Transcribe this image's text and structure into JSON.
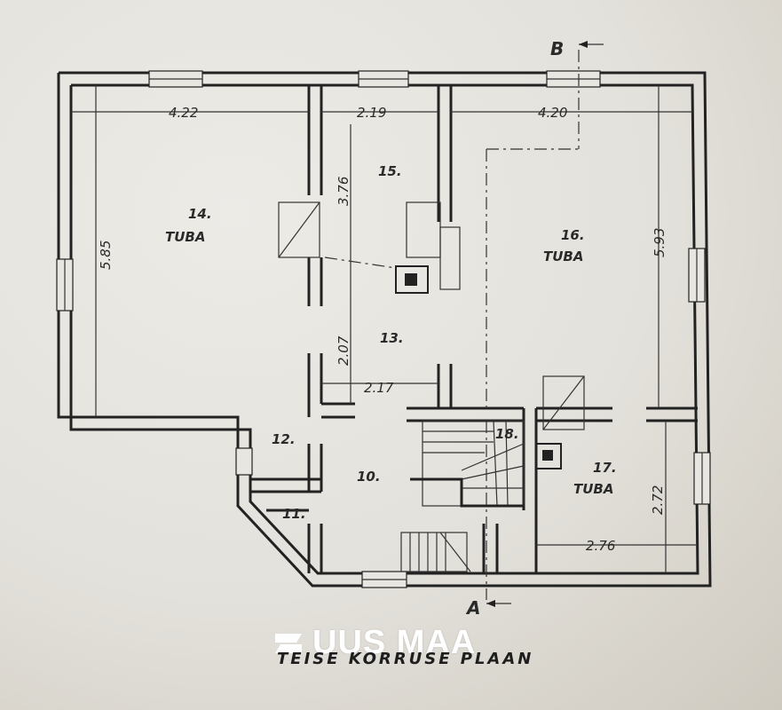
{
  "section_markers": {
    "top": "B",
    "bottom": "A"
  },
  "rooms": [
    {
      "id": "room-14",
      "number": "14.",
      "name": "TUBA"
    },
    {
      "id": "room-15",
      "number": "15.",
      "name": ""
    },
    {
      "id": "room-16",
      "number": "16.",
      "name": "TUBA"
    },
    {
      "id": "room-13",
      "number": "13.",
      "name": ""
    },
    {
      "id": "room-12",
      "number": "12.",
      "name": ""
    },
    {
      "id": "room-10",
      "number": "10.",
      "name": ""
    },
    {
      "id": "room-11",
      "number": "11.",
      "name": ""
    },
    {
      "id": "room-18",
      "number": "18.",
      "name": ""
    },
    {
      "id": "room-17",
      "number": "17.",
      "name": "TUBA"
    }
  ],
  "dimensions": {
    "room14_width": "4.22",
    "room14_depth": "5.85",
    "room15_width": "2.19",
    "room15_depth": "3.76",
    "room16_width": "4.20",
    "room16_depth": "5.93",
    "hall_depth": "2.07",
    "hall_width": "2.17",
    "room17_depth": "2.72",
    "room17_width": "2.76"
  },
  "watermark": {
    "brand": "UUS MAA",
    "color": "#ffffff"
  },
  "caption": "TEISE KORRUSE PLAAN"
}
